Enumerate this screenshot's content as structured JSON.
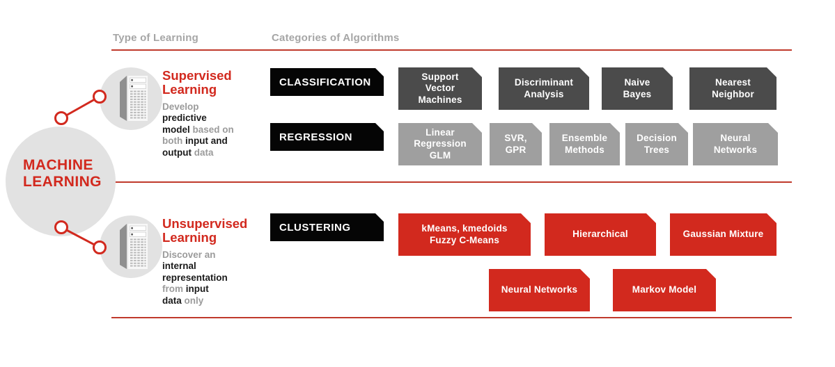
{
  "header": {
    "type_of_learning": "Type of Learning",
    "categories_of_algorithms": "Categories of Algorithms"
  },
  "root": {
    "title": "MACHINE\nLEARNING"
  },
  "colors": {
    "red": "#d2291e",
    "line_red": "#c0392b",
    "tag_black": "#050505",
    "classification_box_gray": "#4b4b4b",
    "regression_box_gray": "#9f9f9f",
    "circle_gray": "#e2e2e2",
    "gray_text": "#9b9b9b",
    "dark_text": "#1a1a1a"
  },
  "supervised": {
    "title": "Supervised\nLearning",
    "description": [
      {
        "text": "Develop\n",
        "style": "gray"
      },
      {
        "text": "predictive\nmodel",
        "style": "bold"
      },
      {
        "text": " based on\nboth ",
        "style": "gray"
      },
      {
        "text": "input and\noutput",
        "style": "bold"
      },
      {
        "text": " data",
        "style": "gray"
      }
    ],
    "classification": {
      "label": "CLASSIFICATION",
      "items": [
        "Support\nVector\nMachines",
        "Discriminant\nAnalysis",
        "Naive\nBayes",
        "Nearest\nNeighbor"
      ]
    },
    "regression": {
      "label": "REGRESSION",
      "items": [
        "Linear\nRegression\nGLM",
        "SVR,\nGPR",
        "Ensemble\nMethods",
        "Decision\nTrees",
        "Neural\nNetworks"
      ]
    }
  },
  "unsupervised": {
    "title": "Unsupervised\nLearning",
    "description": [
      {
        "text": "Discover an\n",
        "style": "gray"
      },
      {
        "text": "internal\nrepresentation\n",
        "style": "bold"
      },
      {
        "text": "from ",
        "style": "gray"
      },
      {
        "text": "input\ndata",
        "style": "bold"
      },
      {
        "text": " only",
        "style": "gray"
      }
    ],
    "clustering": {
      "label": "CLUSTERING",
      "row1": [
        "kMeans, kmedoids\nFuzzy C-Means",
        "Hierarchical",
        "Gaussian Mixture"
      ],
      "row2": [
        "Neural Networks",
        "Markov Model"
      ]
    }
  }
}
